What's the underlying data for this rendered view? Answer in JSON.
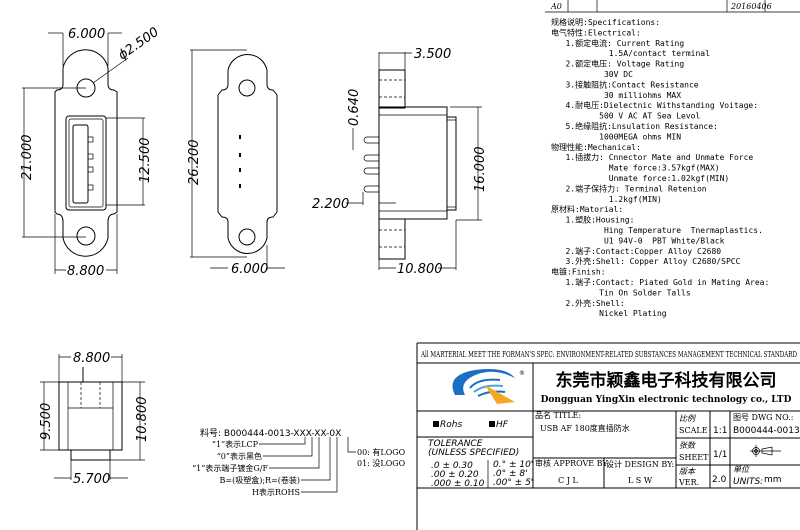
{
  "revision_row": {
    "rev": "A0",
    "date": "20160406"
  },
  "specs": [
    "规格说明:Specifications:",
    "电气特性:Electrical:",
    "   1.额定电流: Current Rating",
    "            1.5A/contact terminal",
    "   2.额定电压: Voltage Rating",
    "           30V DC",
    "   3.接触阻抗:Contact Resistance",
    "           30 milliohms MAX",
    "   4.耐电压:Dielectnic Withstanding Voitage:",
    "          500 V AC AT Sea Levol",
    "   5.绝缘阻抗:Lnsulation Resistance:",
    "          1000MEGA ohms MIN",
    "物理性能:Mechanical:",
    "   1.插拔力: Cnnector Mate and Unmate Force",
    "            Mate force:3.57kgf(MAX)",
    "            Unmate force:1.02kgf(MIN)",
    "   2.端子保持力: Terminal Retenion",
    "            1.2kgf(MIN)",
    "原材料:Matorial:",
    "   1.塑胶:Housing:",
    "           Hing Temperature  Tnermaplastics.",
    "           U1 94V-0  PBT White/Black",
    "   2.端子:Contact:Copper Alloy C2680",
    "   3.外壳:Shell: Copper Alloy C2680/SPCC",
    "电镀:Finish:",
    "   1.端子:Contact: Piated Gold in Mating Area:",
    "          Tin On Solder Talls",
    "   2.外壳:Shell:",
    "          Nickel Plating"
  ],
  "dimensions": {
    "front_hole_pitch": "6.000",
    "hole_dia": "ϕ2.500",
    "front_height": "21.000",
    "port_height": "12.500",
    "front_width": "8.800",
    "back_height": "26.200",
    "back_width": "6.000",
    "side_flange": "3.500",
    "side_pin": "0.640",
    "side_pin_len": "2.200",
    "side_height": "16.000",
    "side_depth": "10.800",
    "bottom_width": "8.800",
    "bottom_h1": "9.500",
    "bottom_h2": "10.800",
    "bottom_plug": "5.700"
  },
  "part_number": {
    "label": "料号: B000444-0013-XXX-XX-0X",
    "notes": [
      "“1”表示LCP",
      "“0”表示黑色",
      "“1”表示端子镀金G/F",
      "B=(吸塑盒);R=(卷装)",
      "H表示ROHS"
    ],
    "logo_options": [
      "00: 有LOGO",
      "01: 没LOGO"
    ]
  },
  "title_block": {
    "banner": "All MARTERIAL MEET THE FORMAN'S SPEC: ENVIRONMENT-RELATED SUBSTANCES MANAGEMENT TECHNICAL STANDARD",
    "company_cn": "东莞市颖鑫电子科技有限公司",
    "company_en": "Dongguan YingXin electronic technology co., LTD",
    "rohs": "Rohs",
    "hf": "HF",
    "tolerance_title": "TOLERANCE",
    "tolerance_sub": "(UNLESS SPECIFIED)",
    "tol_linear": [
      ".0 ± 0.30",
      ".00 ± 0.20",
      ".000 ± 0.10"
    ],
    "tol_angular": [
      "0.° ± 10'",
      ".0° ± 8'",
      ".00° ± 5'"
    ],
    "title_label": "品名 TITLE:",
    "title_value": "USB AF 180度直插防水",
    "approve_label": "审核 APPROVE BY:",
    "approve_value": "C J L",
    "design_label": "设计 DESIGN BY:",
    "design_value": "L S W",
    "scale_cn": "比例",
    "scale_en": "SCALE",
    "scale_value": "1:1",
    "sheet_cn": "张数",
    "sheet_en": "SHEET",
    "sheet_value": "1/1",
    "ver_cn": "版本",
    "ver_en": "VER.",
    "ver_value": "2.0",
    "dwg_label": "图号 DWG NO.:",
    "dwg_value": "B000444-0013",
    "units_cn": "单位",
    "units_label": "UNITS:",
    "units_value": "mm",
    "colors": {
      "logo_blue": "#1a6fc4",
      "logo_orange": "#f5a623"
    }
  }
}
